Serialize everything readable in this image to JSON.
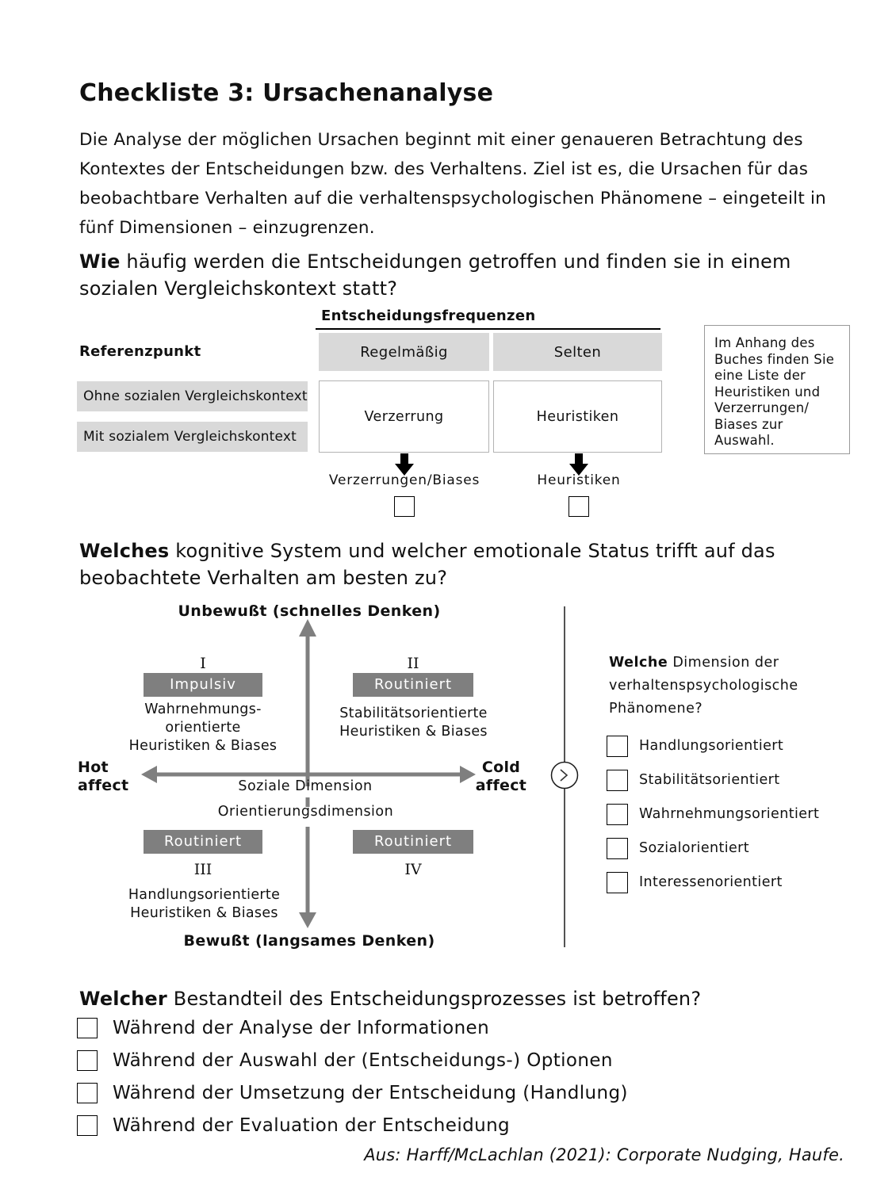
{
  "page": {
    "title": "Checkliste 3: Ursachenanalyse",
    "intro": "Die Analyse der möglichen Ursachen beginnt mit einer genaueren Betrachtung des Kontextes der Entscheidungen bzw. des Verhaltens. Ziel ist es, die Ursachen für das beobachtbare Verhalten auf die verhaltenspsychologischen Phänomene – eingeteilt in fünf Dimensionen – einzugrenzen.",
    "attribution": "Aus: Harff/McLachlan (2021): Corporate Nudging, Haufe."
  },
  "q1": {
    "lead": "Wie",
    "rest": " häufig werden die Entscheidungen getroffen und finden sie in einem sozialen Vergleichskontext statt?",
    "matrix": {
      "col_group_label": "Entscheidungsfrequenzen",
      "row_group_label": "Referenzpunkt",
      "col_headers": [
        "Regelmäßig",
        "Selten"
      ],
      "row_headers": [
        "Ohne sozialen Vergleichskontext",
        "Mit sozialem Vergleichskontext"
      ],
      "cells": [
        "Verzerrung",
        "Heuristiken"
      ],
      "arrow_labels": [
        "Verzerrungen/Biases",
        "Heuristiken"
      ],
      "checkbox_states": [
        false,
        false
      ]
    },
    "note": "Im Anhang des Buches finden Sie eine Liste der Heuristiken und Verzerrungen/ Biases zur Auswahl."
  },
  "q2": {
    "lead": "Welches",
    "rest": " kognitive System und welcher emotionale Status trifft auf das beobachtete Verhalten am besten zu?",
    "axes": {
      "top": "Unbewußt (schnelles Denken)",
      "bottom": "Bewußt (langsames Denken)",
      "left": "Hot\naffect",
      "right": "Cold\naffect",
      "h_label_1": "Soziale Dimension",
      "h_label_2": "Orientierungsdimension"
    },
    "quadrants": [
      {
        "numeral": "I",
        "box": "Impulsiv",
        "desc": "Wahrnehmungs-\norientierte\nHeuristiken & Biases"
      },
      {
        "numeral": "II",
        "box": "Routiniert",
        "desc": "Stabilitätsorientierte\nHeuristiken & Biases"
      },
      {
        "numeral": "III",
        "box": "Routiniert",
        "desc": "Handlungsorientierte\nHeuristiken & Biases"
      },
      {
        "numeral": "IV",
        "box": "Routiniert",
        "desc": ""
      }
    ],
    "right_panel": {
      "lead": "Welche",
      "rest": " Dimension der verhaltenspsychologische Phänomene?",
      "options": [
        "Handlungsorientiert",
        "Stabilitätsorientiert",
        "Wahrnehmungsorientiert",
        "Sozialorientiert",
        "Interessenorientiert"
      ],
      "checkbox_states": [
        false,
        false,
        false,
        false,
        false
      ]
    }
  },
  "q3": {
    "lead": "Welcher",
    "rest": " Bestandteil des Entscheidungsprozesses ist betroffen?",
    "options": [
      "Während der Analyse der Informationen",
      "Während der Auswahl der (Entscheidungs-) Optionen",
      "Während der Umsetzung der Entscheidung (Handlung)",
      "Während der Evaluation der Entscheidung"
    ],
    "checkbox_states": [
      false,
      false,
      false,
      false
    ]
  },
  "colors": {
    "light_gray_fill": "#d9d9d9",
    "dark_gray_box": "#7f7f7f",
    "arrow_gray": "#7f7f7f",
    "text": "#111111"
  }
}
